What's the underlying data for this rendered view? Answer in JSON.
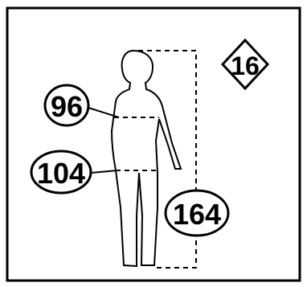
{
  "size_badge": {
    "value": "16",
    "shape": "diamond"
  },
  "measurements": {
    "bust": "96",
    "hip": "104",
    "height": "164"
  },
  "colors": {
    "ink": "#000000",
    "paper": "#ffffff"
  }
}
